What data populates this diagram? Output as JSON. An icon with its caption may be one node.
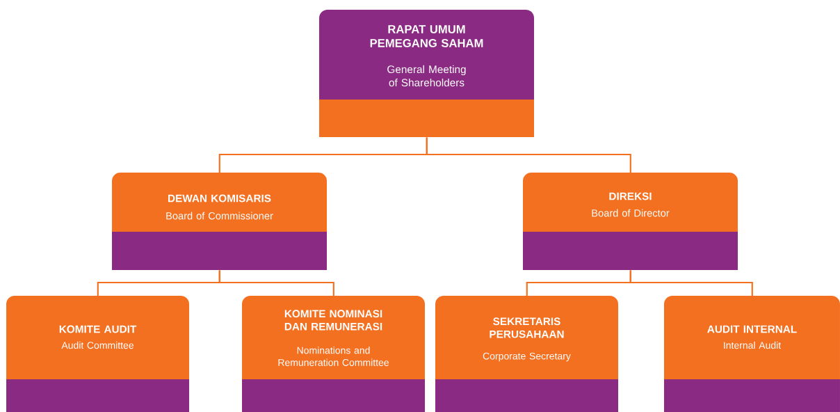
{
  "diagram": {
    "nodes": [
      {
        "text": [
          "RAPAT UMUM PEMEGANG SAHAM",
          "General Meeting of Shareholders"
        ]
      },
      {
        "text": [
          "DEWAN KOMISARIS",
          "Board of Commissioner"
        ]
      },
      {
        "text": [
          "DIREKSI",
          "Board of Director"
        ]
      },
      {
        "text": [
          "KOMITE AUDIT",
          "Audit Committee"
        ]
      },
      {
        "text": [
          "KOMITE NOMINASI DAN REMUNERASI",
          "Nominations and Remuneration Committee"
        ]
      },
      {
        "text": [
          "SEKRETARIS PERUSAHAAN",
          "Corporate Secretary"
        ]
      },
      {
        "text": [
          "AUDIT INTERNAL",
          "Internal Audit"
        ]
      }
    ],
    "edges": [
      {
        "from": 0,
        "to": 1,
        "arrow": "none"
      },
      {
        "from": 0,
        "to": 2,
        "arrow": "none"
      },
      {
        "from": 1,
        "to": 3,
        "arrow": "none"
      },
      {
        "from": 1,
        "to": 4,
        "arrow": "none"
      },
      {
        "from": 2,
        "to": 5,
        "arrow": "none"
      },
      {
        "from": 2,
        "to": 6,
        "arrow": "none"
      }
    ]
  }
}
